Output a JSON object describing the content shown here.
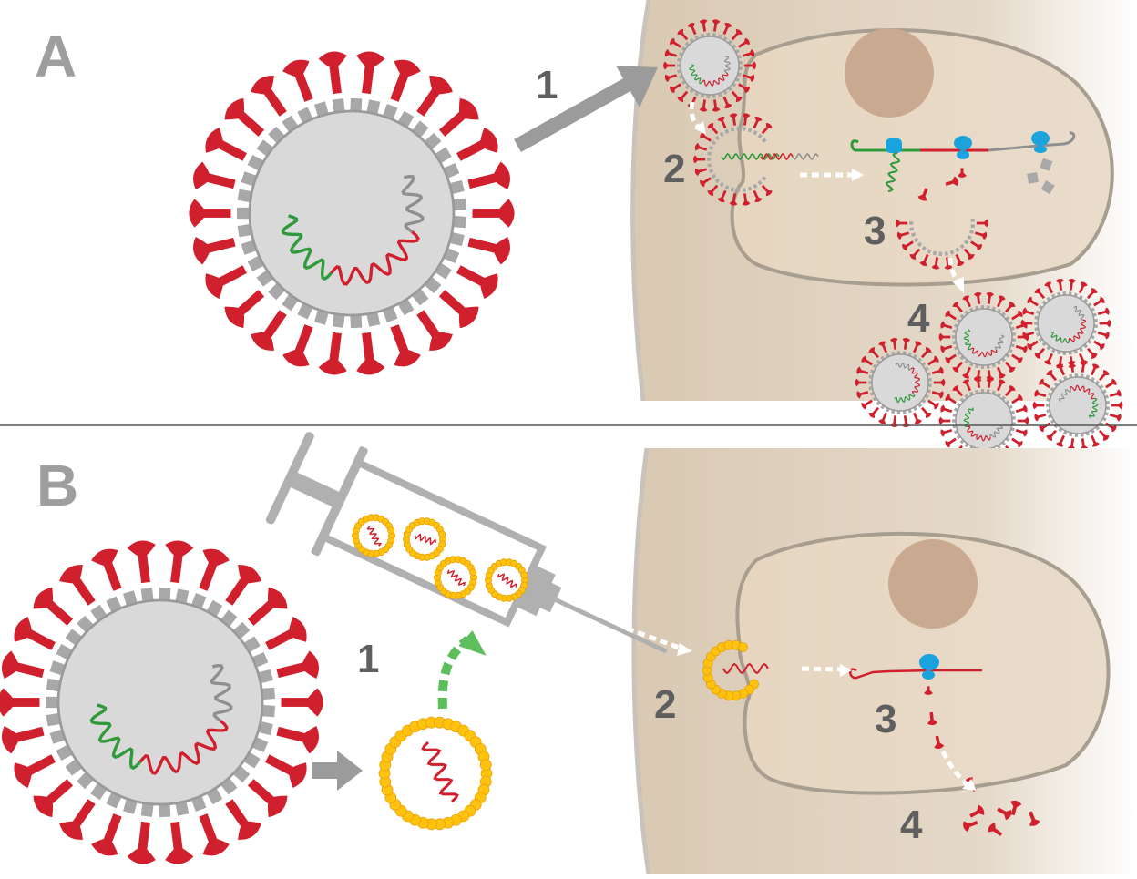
{
  "panels": [
    {
      "id": "A",
      "label": "A",
      "description": "Viral infection",
      "steps": [
        {
          "number": "1",
          "meaning": "virus enters cell"
        },
        {
          "number": "2",
          "meaning": "viral RNA released"
        },
        {
          "number": "3",
          "meaning": "translation and assembly"
        },
        {
          "number": "4",
          "meaning": "new virions released"
        }
      ]
    },
    {
      "id": "B",
      "label": "B",
      "description": "mRNA vaccine",
      "steps": [
        {
          "number": "1",
          "meaning": "spike mRNA packaged into lipid nanoparticle"
        },
        {
          "number": "2",
          "meaning": "nanoparticle enters cell"
        },
        {
          "number": "3",
          "meaning": "spike protein translated"
        },
        {
          "number": "4",
          "meaning": "spike proteins released"
        }
      ]
    }
  ],
  "colors": {
    "label_gray": "#9e9e9e",
    "step_gray": "#5f5f5f",
    "spike_red": "#d0202e",
    "capsid_gray": "#a8a8a8",
    "virion_fill": "#d9d9d9",
    "rna_gray": "#8f8f8f",
    "rna_red": "#d0202e",
    "rna_green": "#2e9a3a",
    "cell_fill": "#e3d5c1",
    "cell_outline": "#a89e90",
    "tissue_fill": "#dccdb8",
    "nucleus_fill": "#c9a98f",
    "ribosome_blue": "#1aa3dc",
    "lipid_yellow": "#ffc20e",
    "lipid_outline": "#e8a000",
    "green_arrow": "#5cbf5c",
    "arrow_gray": "#9b9b9b",
    "divider": "#555555"
  }
}
